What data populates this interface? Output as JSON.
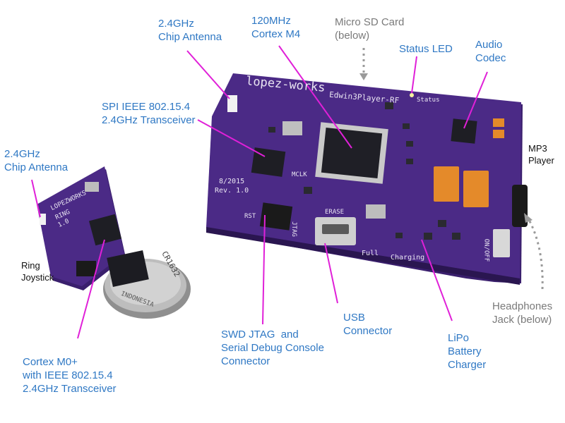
{
  "annotations": {
    "chip_antenna_main": "2.4GHz\nChip Antenna",
    "cortex_m4": "120MHz\nCortex M4",
    "micro_sd": "Micro SD Card\n(below)",
    "status_led": "Status LED",
    "audio_codec": "Audio\nCodec",
    "spi_transceiver": "SPI IEEE 802.15.4\n2.4GHz Transceiver",
    "chip_antenna_ring": "2.4GHz\nChip Antenna",
    "mp3_player": "MP3\nPlayer",
    "ring_joystick": "Ring\nJoystick",
    "headphones_jack": "Headphones\nJack (below)",
    "usb_connector": "USB\nConnector",
    "lipo_charger": "LiPo\nBattery\nCharger",
    "swd_jtag": "SWD JTAG  and\nSerial Debug Console\nConnector",
    "cortex_m0": "Cortex M0+\nwith IEEE 802.15.4\n2.4GHz Transceiver"
  },
  "board_silkscreen": {
    "logo": "lopez-works",
    "board_name": "Edwin3Player-RF",
    "date": "8/2015",
    "revision": "Rev. 1.0",
    "status": "Status",
    "mclk": "MCLK",
    "erase": "ERASE",
    "rst": "RST",
    "jtag": "JTAG",
    "full": "Full",
    "charging": "Charging",
    "on_off": "ON/OFF"
  },
  "ring_silkscreen": {
    "logo": "LOPEZWORKS",
    "name": "RING",
    "version": "1.0"
  },
  "coin_cell": {
    "model": "CR1632",
    "origin": "INDONESIA"
  },
  "colors": {
    "annotation_text": "#2f78c4",
    "leader_line": "#e020d8",
    "pcb_purple": "#4b2a86",
    "note_gray": "#7a7a7a"
  }
}
